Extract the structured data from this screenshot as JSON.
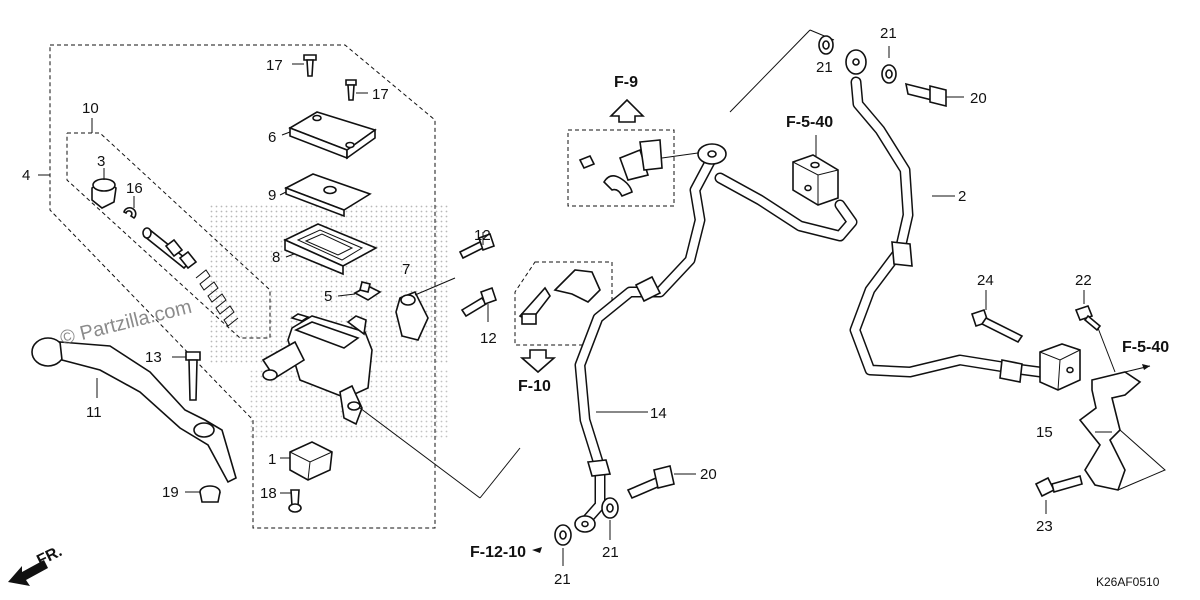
{
  "callouts": {
    "c1": "1",
    "c2": "2",
    "c3": "3",
    "c4": "4",
    "c5": "5",
    "c6": "6",
    "c7": "7",
    "c8": "8",
    "c9": "9",
    "c10": "10",
    "c11": "11",
    "c12a": "12",
    "c12b": "12",
    "c13": "13",
    "c14": "14",
    "c15": "15",
    "c16": "16",
    "c17a": "17",
    "c17b": "17",
    "c18": "18",
    "c19": "19",
    "c20a": "20",
    "c20b": "20",
    "c21a": "21",
    "c21b": "21",
    "c21c": "21",
    "c21d": "21",
    "c22": "22",
    "c23": "23",
    "c24": "24"
  },
  "references": {
    "f9": "F-9",
    "f10": "F-10",
    "f540a": "F-5-40",
    "f540b": "F-5-40",
    "f1210": "F-12-10"
  },
  "front_label": "FR.",
  "diagram_code": "K26AF0510",
  "watermark": "© Partzilla.com",
  "colors": {
    "line": "#111111",
    "background": "#ffffff"
  }
}
